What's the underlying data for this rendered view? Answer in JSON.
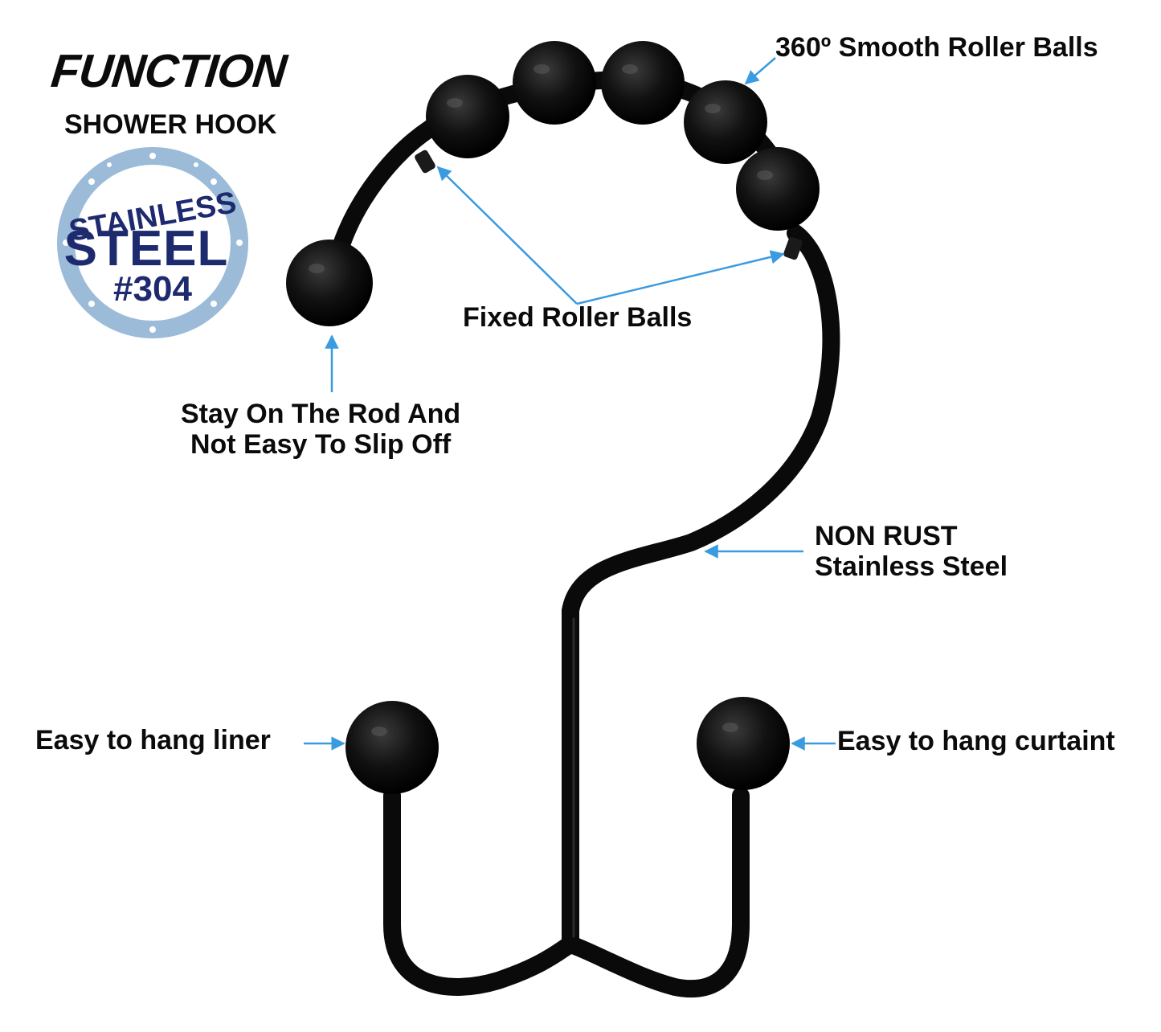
{
  "header": {
    "title": "FUNCTION",
    "subtitle": "SHOWER HOOK"
  },
  "badge": {
    "line1": "STAINLESS",
    "line2": "STEEL",
    "line3": "#304",
    "ring_color": "#8fb3d6",
    "text_color": "#1e2a6e"
  },
  "callouts": {
    "roller_balls": "360º Smooth Roller Balls",
    "fixed_balls": "Fixed Roller Balls",
    "stay_on_rod": {
      "line1": "Stay On The Rod And",
      "line2": "Not Easy To Slip Off"
    },
    "non_rust": {
      "line1": "NON RUST",
      "line2": "Stainless Steel"
    },
    "liner": "Easy to hang liner",
    "curtain": "Easy to hang curtaint"
  },
  "colors": {
    "hook": "#0a0a0a",
    "arrow": "#3a9be0",
    "text": "#0b0b0b"
  }
}
